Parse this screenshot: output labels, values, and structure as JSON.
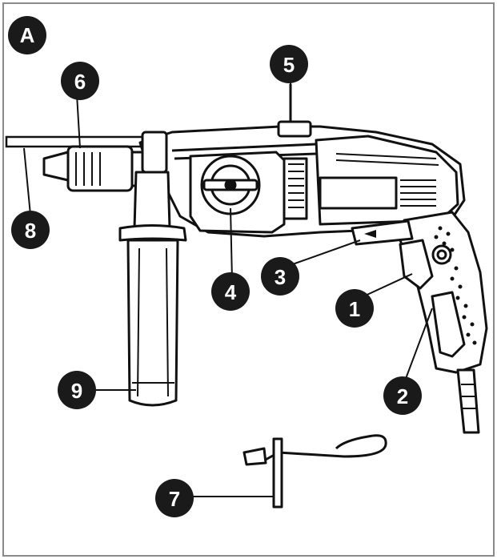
{
  "figure": {
    "panel_label": "A",
    "callouts": [
      {
        "id": "1",
        "label": "1"
      },
      {
        "id": "2",
        "label": "2"
      },
      {
        "id": "3",
        "label": "3"
      },
      {
        "id": "4",
        "label": "4"
      },
      {
        "id": "5",
        "label": "5"
      },
      {
        "id": "6",
        "label": "6"
      },
      {
        "id": "7",
        "label": "7"
      },
      {
        "id": "8",
        "label": "8"
      },
      {
        "id": "9",
        "label": "9"
      }
    ]
  },
  "colors": {
    "ink": "#111111",
    "paper": "#ffffff",
    "frame": "#8a8a8a",
    "badge": "#1a1a1a"
  }
}
